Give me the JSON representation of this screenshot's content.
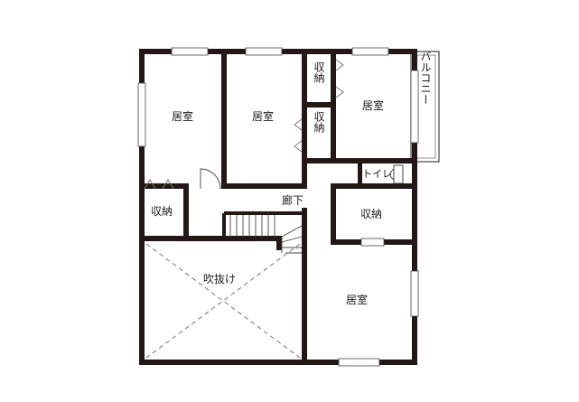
{
  "floor_plan": {
    "rooms": {
      "bedroom_1": "居室",
      "bedroom_2": "居室",
      "bedroom_3": "居室",
      "bedroom_4": "居室",
      "storage_left": "収納",
      "storage_mid_top": "収納",
      "storage_mid_bottom": "収納",
      "storage_right": "収納",
      "hallway": "廊下",
      "toilet": "トイレ",
      "atrium": "吹抜け",
      "balcony": "バルコニー"
    }
  }
}
